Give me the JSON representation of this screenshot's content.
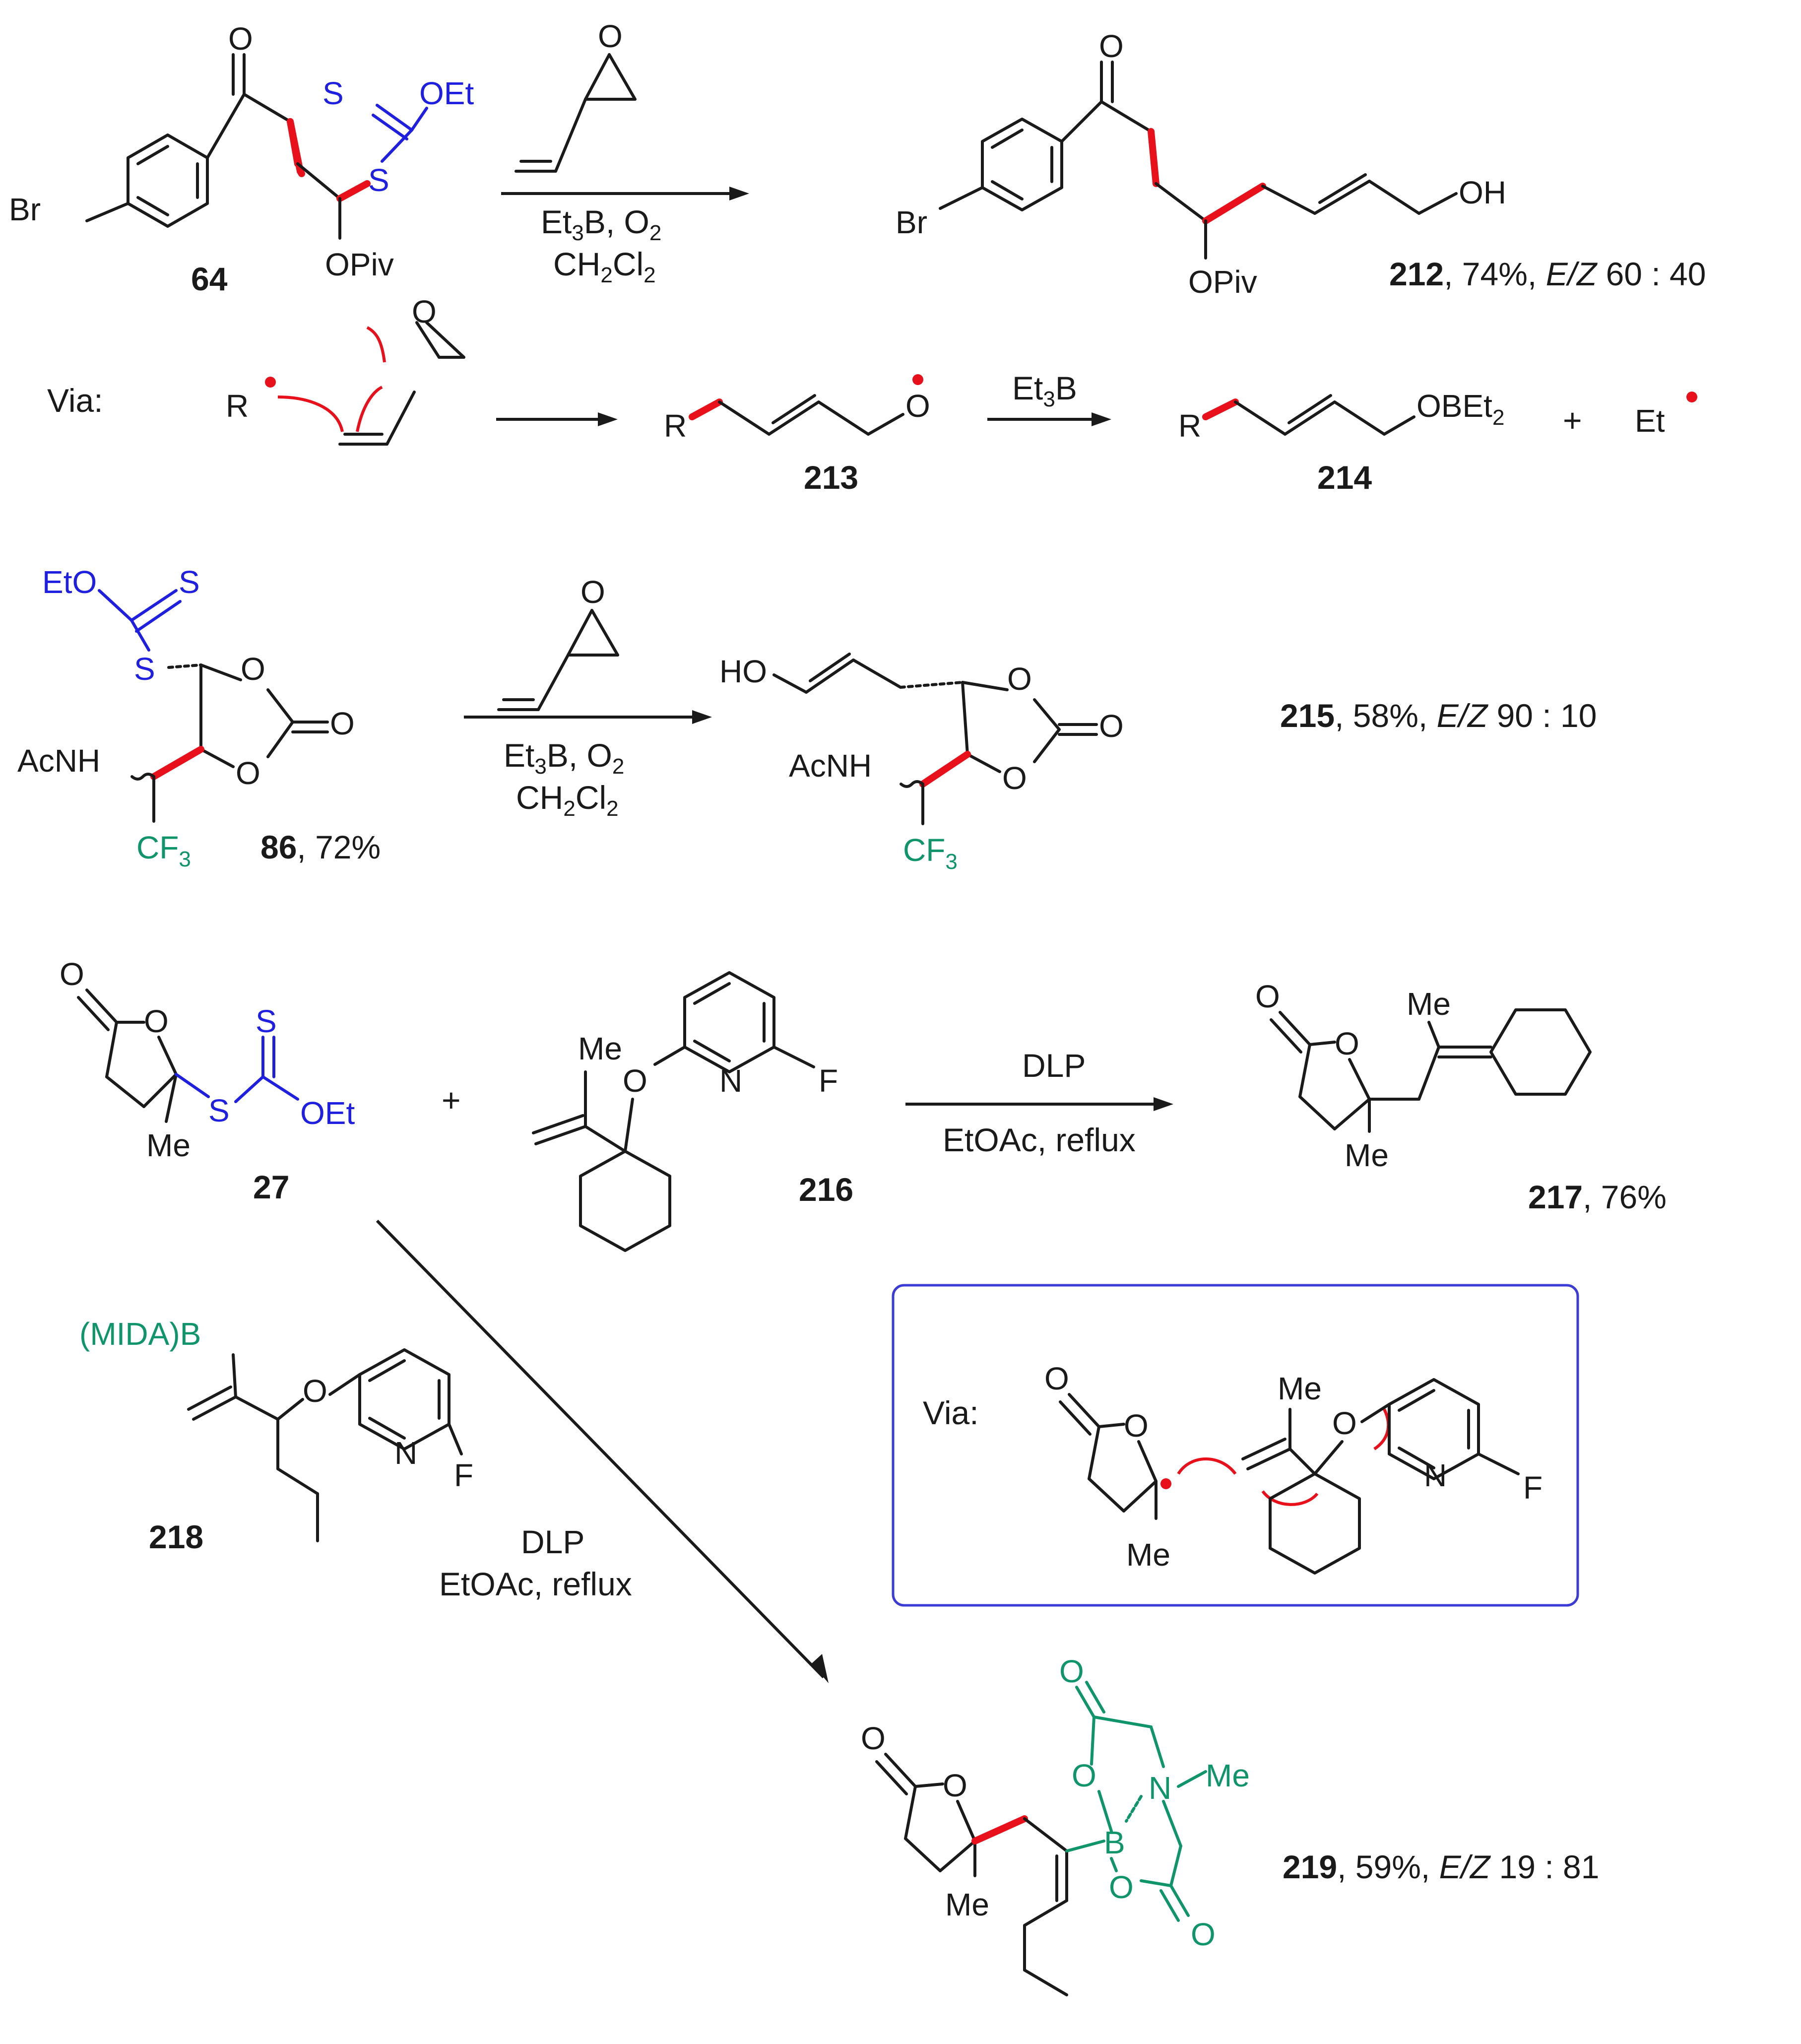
{
  "compounds": {
    "c64": {
      "id": "64"
    },
    "c212": {
      "id": "212",
      "yield": ", 74%, ",
      "ez_label": "E/Z",
      "ratio": " 60 : 40"
    },
    "c213": {
      "id": "213"
    },
    "c214": {
      "id": "214"
    },
    "c86": {
      "id": "86",
      "yield": ", 72%"
    },
    "c215": {
      "id": "215",
      "yield": ", 58%, ",
      "ez_label": "E/Z",
      "ratio": " 90 : 10"
    },
    "c27": {
      "id": "27"
    },
    "c216": {
      "id": "216"
    },
    "c217": {
      "id": "217",
      "yield": ", 76%"
    },
    "c218": {
      "id": "218"
    },
    "c219": {
      "id": "219",
      "yield": ", 59%, ",
      "ez_label": "E/Z",
      "ratio": " 19 : 81"
    }
  },
  "conditions": {
    "r1_line1": "Et3B, O2",
    "r1_line2": "CH2Cl2",
    "via_reagent": "Et3B",
    "r3_reagent": "DLP",
    "r3_solvent": "EtOAc, reflux",
    "r4_reagent": "DLP",
    "r4_solvent": "EtOAc, reflux"
  },
  "labels": {
    "via": "Via:",
    "plus": "+",
    "box_via": "Via:"
  },
  "atoms": {
    "o": "O",
    "s": "S",
    "oet": "OEt",
    "br": "Br",
    "opiv": "OPiv",
    "oh": "OH",
    "ho": "HO",
    "r": "R",
    "et": "Et",
    "etO": "EtO",
    "obet2": "OBEt",
    "acnh": "AcNH",
    "cf3": "CF",
    "me": "Me",
    "n": "N",
    "f": "F",
    "b": "B",
    "mida_b": "(MIDA)B"
  },
  "colors": {
    "black": "#1a1a1a",
    "red": "#e8101a",
    "blue": "#1f1fe0",
    "green": "#10946a",
    "box": "#3b3bd6"
  }
}
